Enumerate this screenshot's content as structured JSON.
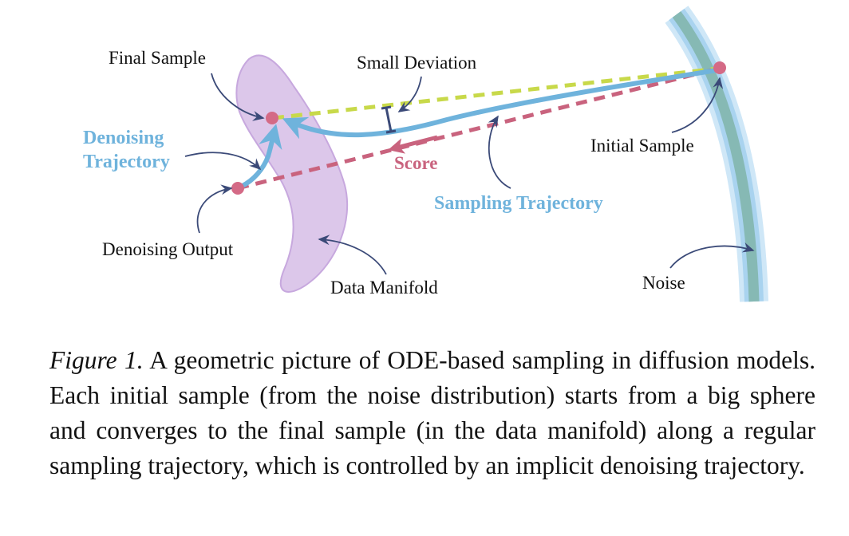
{
  "diagram": {
    "labels": {
      "final_sample": "Final Sample",
      "small_deviation": "Small Deviation",
      "denoising_trajectory_line1": "Denoising",
      "denoising_trajectory_line2": "Trajectory",
      "score": "Score",
      "initial_sample": "Initial Sample",
      "sampling_trajectory": "Sampling Trajectory",
      "denoising_output": "Denoising Output",
      "data_manifold": "Data Manifold",
      "noise": "Noise"
    },
    "colors": {
      "manifold_fill": "#dcc7ea",
      "manifold_stroke": "#c7a8de",
      "noise_sphere": "#86b9b4",
      "noise_glow": "#bfe0f5",
      "sample_point": "#d46a86",
      "sampling_trajectory": "#6fb3dc",
      "denoising_dash": "#c9637e",
      "direct_dash": "#c8d94a",
      "annotation_arrow": "#3b4a78"
    }
  },
  "caption": {
    "figure_label": "Figure 1.",
    "text": "A geometric picture of ODE-based sampling in diffusion models. Each initial sample (from the noise distribution) starts from a big sphere and converges to the final sample (in the data manifold) along a regular sampling trajectory, which is controlled by an implicit denoising trajectory."
  }
}
